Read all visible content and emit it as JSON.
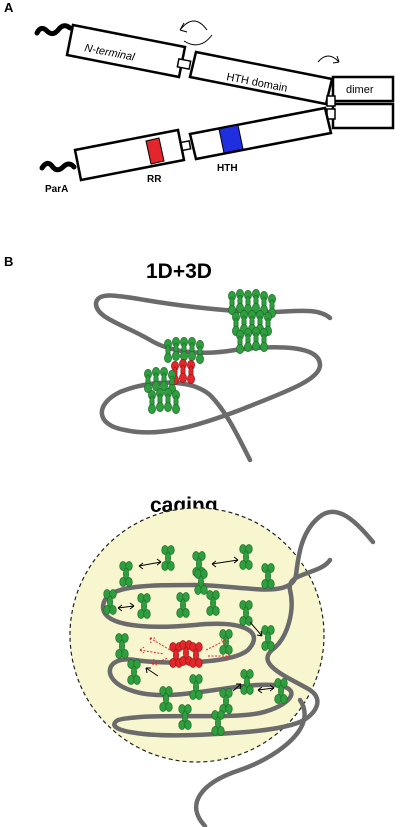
{
  "panel_a": {
    "label": "A",
    "domains": {
      "n_terminal": "N-terminal",
      "hth_domain": "HTH domain",
      "dimer": "dimer"
    },
    "lower_labels": {
      "rr": "RR",
      "hth": "HTH",
      "para": "ParA"
    },
    "colors": {
      "rr_box": "#e3262b",
      "hth_box": "#1f2fe0"
    }
  },
  "panel_b": {
    "label": "B",
    "top_title": "1D+3D",
    "bottom_title": "caging",
    "colors": {
      "dna": "#6b6b6b",
      "protein": "#2e9e3e",
      "centromere_protein": "#e3262b",
      "cage_fill": "#f8f6cf"
    }
  }
}
